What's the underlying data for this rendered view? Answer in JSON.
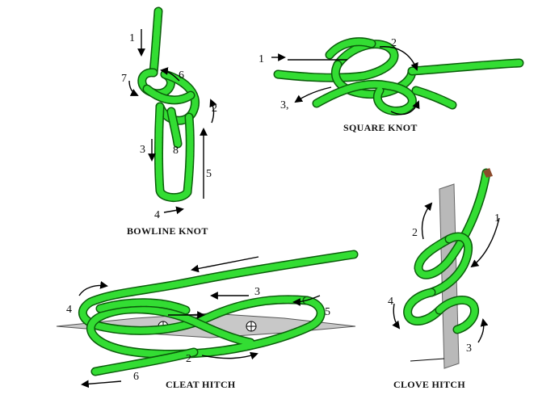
{
  "rope_color": "#33dd33",
  "rope_edge_color": "#0b5d0b",
  "cleat_color": "#c8c8c8",
  "pole_color": "#b9b9b9",
  "tip_color": "#8b4a2b",
  "knots": {
    "bowline": {
      "caption": "BOWLINE KNOT",
      "steps": [
        "1",
        "2",
        "3",
        "4",
        "5",
        "6",
        "7",
        "8"
      ]
    },
    "square": {
      "caption": "SQUARE KNOT",
      "steps": [
        "1",
        "2",
        "3,"
      ]
    },
    "cleat": {
      "caption": "CLEAT HITCH",
      "steps": [
        "2",
        "3",
        "4",
        "5",
        "6"
      ]
    },
    "clove": {
      "caption": "CLOVE HITCH",
      "steps": [
        "1",
        "2",
        "3",
        "4"
      ]
    }
  }
}
